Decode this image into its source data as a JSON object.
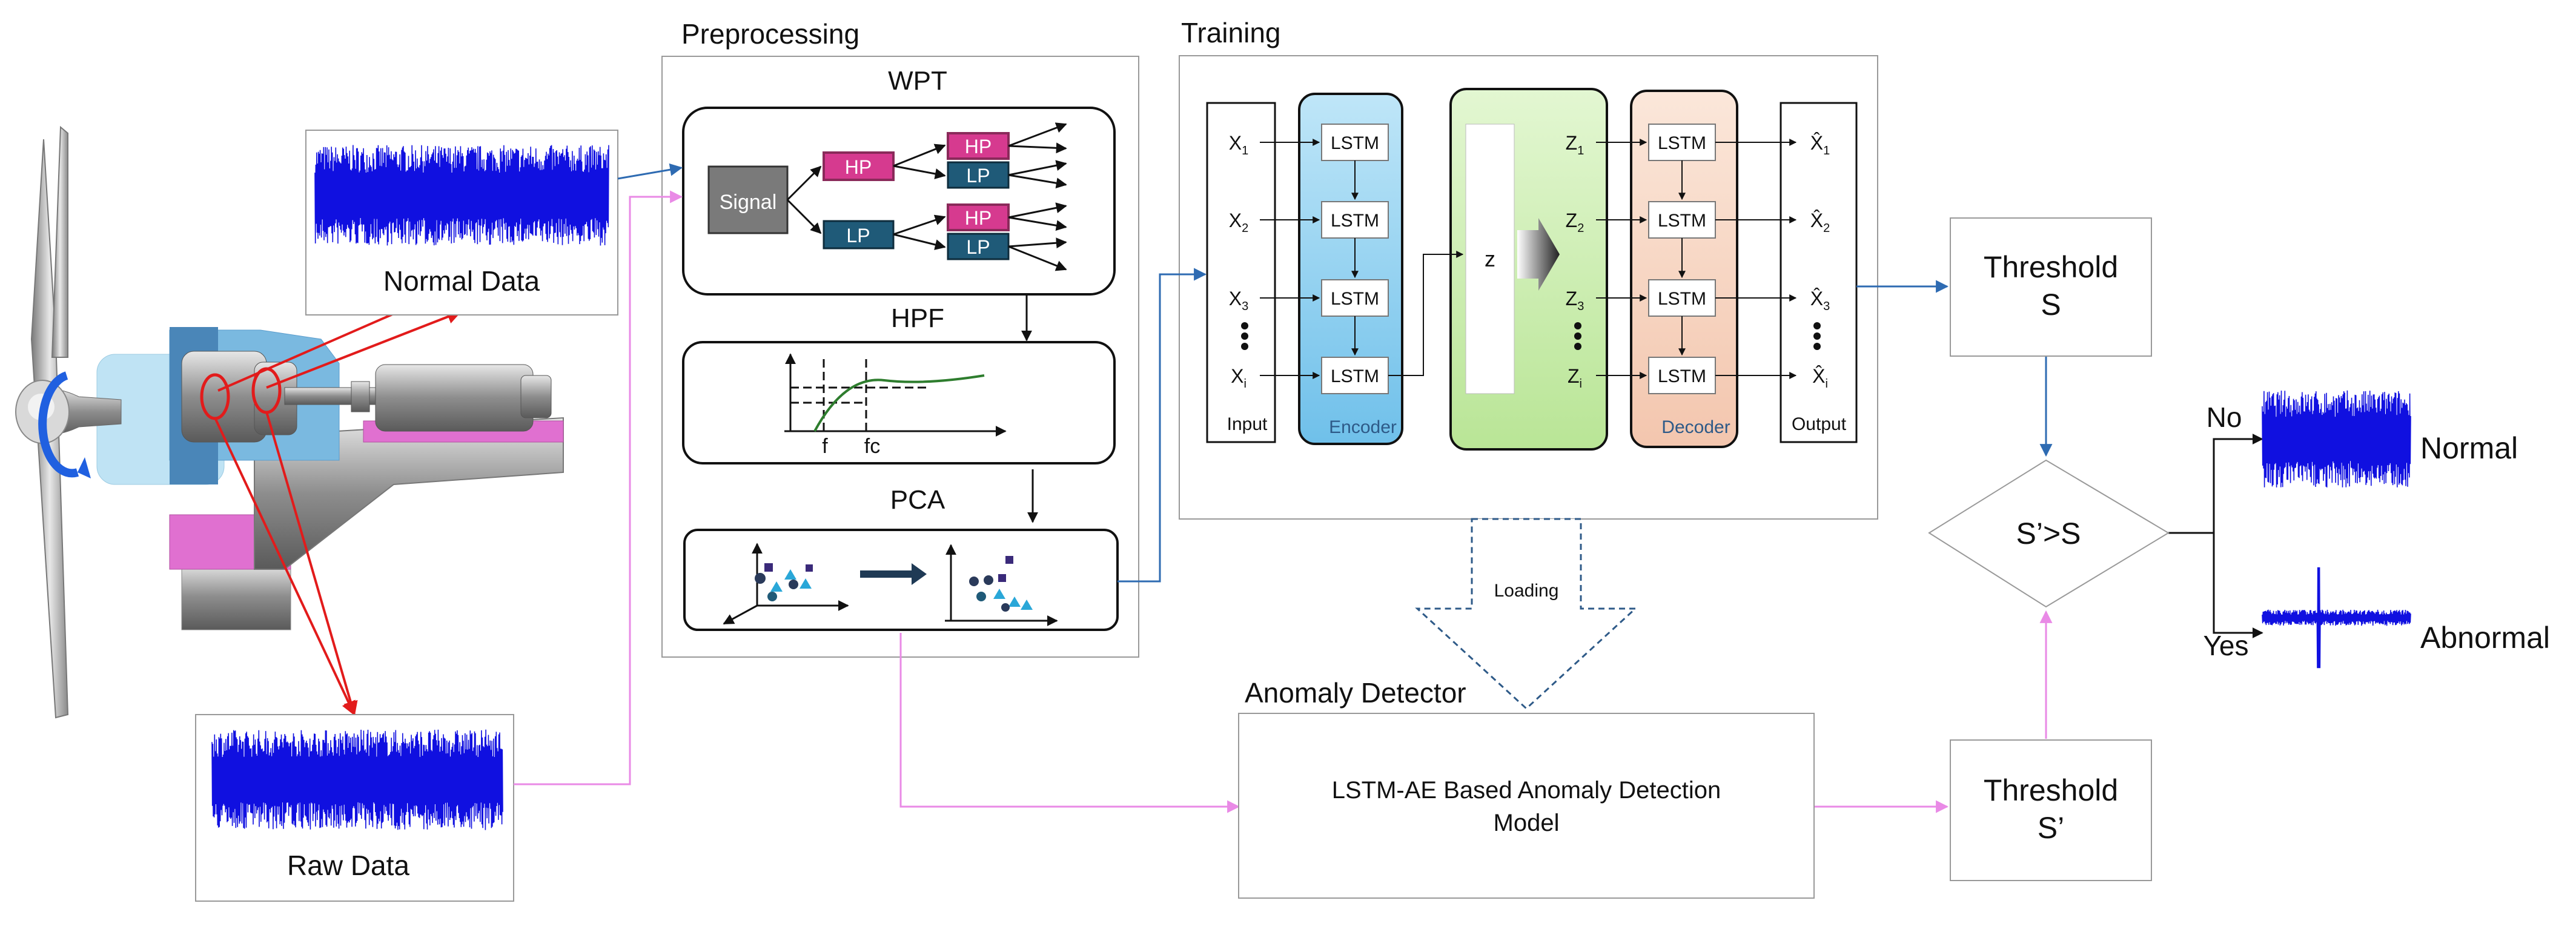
{
  "sections": {
    "preprocessing": "Preprocessing",
    "training": "Training",
    "anomaly_detector": "Anomaly Detector"
  },
  "inputs": {
    "normal_data": "Normal Data",
    "raw_data": "Raw Data"
  },
  "preprocessing": {
    "wpt_title": "WPT",
    "signal": "Signal",
    "hp": "HP",
    "lp": "LP",
    "hpf_title": "HPF",
    "hpf_f": "f",
    "hpf_fc": "fc",
    "pca_title": "PCA"
  },
  "training": {
    "inputs": [
      "X",
      "X",
      "X",
      "X"
    ],
    "input_subs": [
      "1",
      "2",
      "3",
      "i"
    ],
    "outputs": [
      "X̂",
      "X̂",
      "X̂",
      "X̂"
    ],
    "output_subs": [
      "1",
      "2",
      "3",
      "i"
    ],
    "latents": [
      "Z",
      "Z",
      "Z",
      "Z"
    ],
    "latent_subs": [
      "1",
      "2",
      "3",
      "i"
    ],
    "lstm": "LSTM",
    "z": "z",
    "input_label": "Input",
    "encoder_label": "Encoder",
    "decoder_label": "Decoder",
    "output_label": "Output"
  },
  "loading": "Loading",
  "model_lines": [
    "LSTM-AE Based Anomaly Detection",
    "Model"
  ],
  "threshold_s": [
    "Threshold",
    "S"
  ],
  "threshold_s_prime": [
    "Threshold",
    "S’"
  ],
  "decision": "S’>S",
  "no_label": "No",
  "yes_label": "Yes",
  "normal_label": "Normal",
  "abnormal_label": "Abnormal",
  "colors": {
    "signal_blue": "#1010e0",
    "hp_magenta": "#d63a8f",
    "lp_teal": "#1f5a78",
    "encoder_blue": "#8fd0ef",
    "latent_green": "#c8eda9",
    "decoder_peach": "#f7d6c2",
    "flow_blue": "#2e6bb2",
    "flow_pink": "#e98ae6",
    "red": "#e21b1b"
  }
}
